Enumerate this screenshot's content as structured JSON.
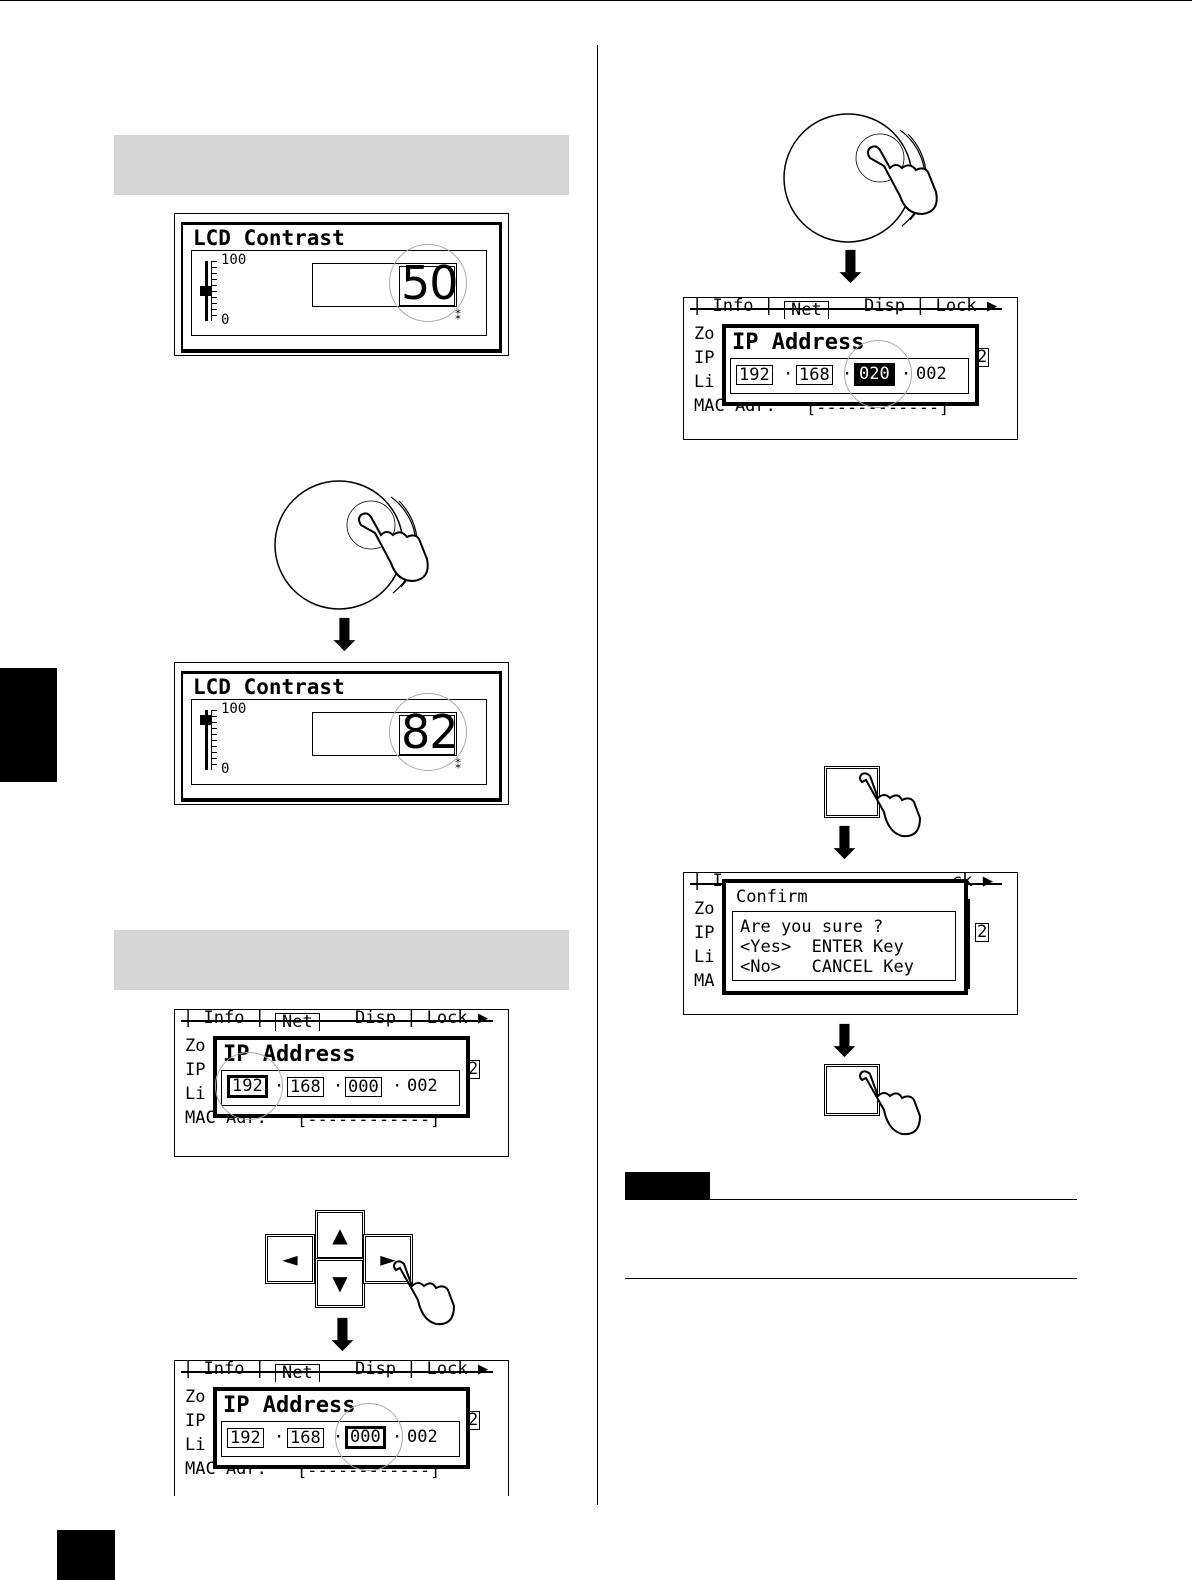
{
  "lcd_contrast": {
    "title": "LCD Contrast",
    "slider_max": "100",
    "slider_min": "0",
    "value_before": "50",
    "value_after": "82",
    "dial_icon": "encoder-dial-icon"
  },
  "ip_screen": {
    "tabs": [
      "Info",
      "Net",
      "Disp",
      "Lock"
    ],
    "popup_title": "IP Address",
    "row_labels": [
      "Zo",
      "IP",
      "Li",
      "MAC Adr."
    ],
    "row_labels_confirm": [
      "Zo",
      "IP",
      "Li",
      "MA"
    ],
    "side_value": "2",
    "mac_dashes": "[------------]",
    "step1": [
      "192",
      "168",
      "000",
      "002"
    ],
    "step2": [
      "192",
      "168",
      "000",
      "002"
    ],
    "step3": [
      "192",
      "168",
      "020",
      "002"
    ]
  },
  "confirm": {
    "title": "Confirm",
    "question": "Are you sure ?",
    "yes": "<Yes>  ENTER Key",
    "no": "<No>   CANCEL Key"
  },
  "dpad": {
    "up": "▲",
    "down": "▼",
    "left": "◄",
    "right": "►"
  },
  "arrow": "⬇"
}
